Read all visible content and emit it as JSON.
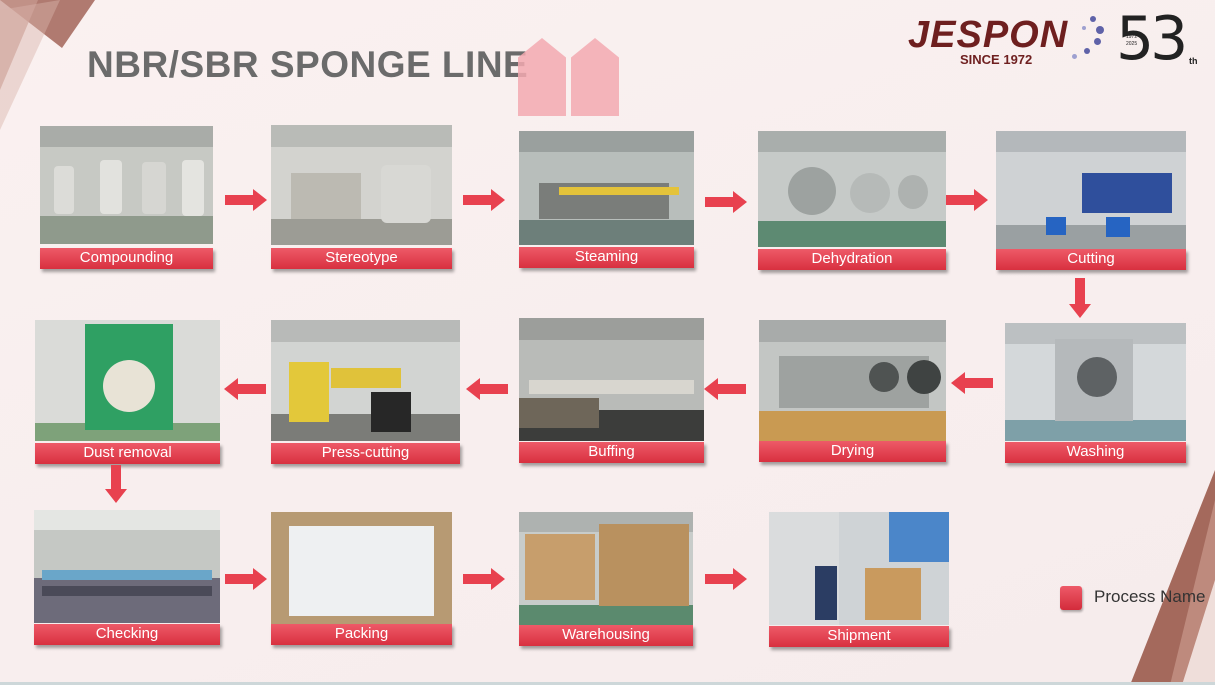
{
  "title": "NBR/SBR SPONGE LINE",
  "logo": {
    "brand": "JESPON",
    "since": "SINCE 1972",
    "anniversary": "53",
    "suffix": "th",
    "years_top": "1972",
    "years_bottom": "2025"
  },
  "steps": [
    {
      "id": "compounding",
      "label": "Compounding",
      "order": 1
    },
    {
      "id": "stereotype",
      "label": "Stereotype",
      "order": 2
    },
    {
      "id": "steaming",
      "label": "Steaming",
      "order": 3
    },
    {
      "id": "dehydration",
      "label": "Dehydration",
      "order": 4
    },
    {
      "id": "cutting",
      "label": "Cutting",
      "order": 5
    },
    {
      "id": "washing",
      "label": "Washing",
      "order": 6
    },
    {
      "id": "drying",
      "label": "Drying",
      "order": 7
    },
    {
      "id": "buffing",
      "label": "Buffing",
      "order": 8
    },
    {
      "id": "press-cutting",
      "label": "Press-cutting",
      "order": 9
    },
    {
      "id": "dust-removal",
      "label": "Dust removal",
      "order": 10
    },
    {
      "id": "checking",
      "label": "Checking",
      "order": 11
    },
    {
      "id": "packing",
      "label": "Packing",
      "order": 12
    },
    {
      "id": "warehousing",
      "label": "Warehousing",
      "order": 13
    },
    {
      "id": "shipment",
      "label": "Shipment",
      "order": 14
    }
  ],
  "legend": {
    "label": "Process Name"
  },
  "colors": {
    "label_top": "#ee5a68",
    "label_bottom": "#d8303f",
    "arrow": "#e8414f",
    "title": "#6b6b6b",
    "brand": "#6e1f1f",
    "accent_brown": "#a4695c"
  }
}
